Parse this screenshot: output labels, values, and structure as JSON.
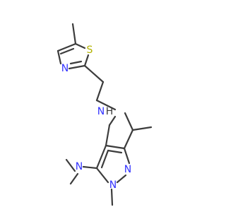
{
  "colors": {
    "background": "#ffffff",
    "bond": "#3c3c3c",
    "carbon": "#3c3c3c",
    "nitrogen": "#3232ff",
    "sulfur": "#b2b200",
    "hydrogen": "#3c3c3c"
  },
  "atoms": [
    {
      "label": "S",
      "element": "sulfur"
    },
    {
      "label": "N",
      "element": "nitrogen"
    },
    {
      "label": "N",
      "element": "nitrogen"
    },
    {
      "label": "H",
      "element": "hydrogen"
    },
    {
      "label": "N",
      "element": "nitrogen"
    },
    {
      "label": "N",
      "element": "nitrogen"
    },
    {
      "label": "N",
      "element": "nitrogen"
    }
  ]
}
